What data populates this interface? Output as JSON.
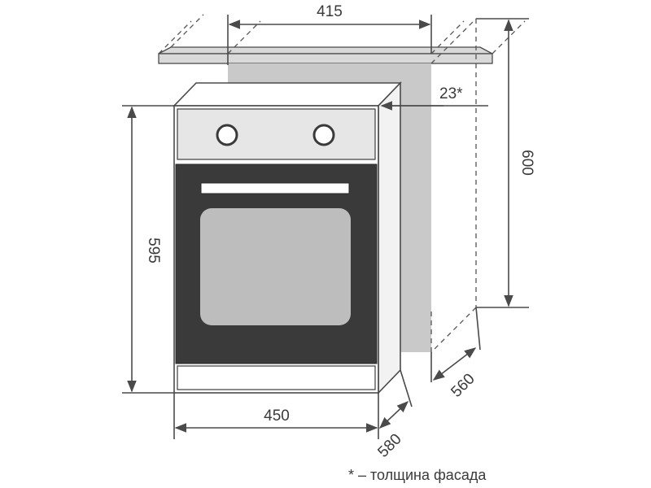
{
  "colors": {
    "niche": "#c9c9c9",
    "countertop": "#d9d9d9",
    "oven_face": "#e6e6e6",
    "door": "#3a3a3a",
    "door_window": "#bdbdbd",
    "line": "#4a4a4a"
  },
  "dimensions": {
    "niche_width": "415",
    "facade_thickness": "23*",
    "niche_height": "600",
    "oven_height": "595",
    "oven_width": "450",
    "oven_depth": "580",
    "niche_depth": "560"
  },
  "note": "* – толщина фасада",
  "icons": {
    "knob_left": "knob-icon",
    "knob_right": "knob-icon",
    "handle": "door-handle-icon"
  }
}
